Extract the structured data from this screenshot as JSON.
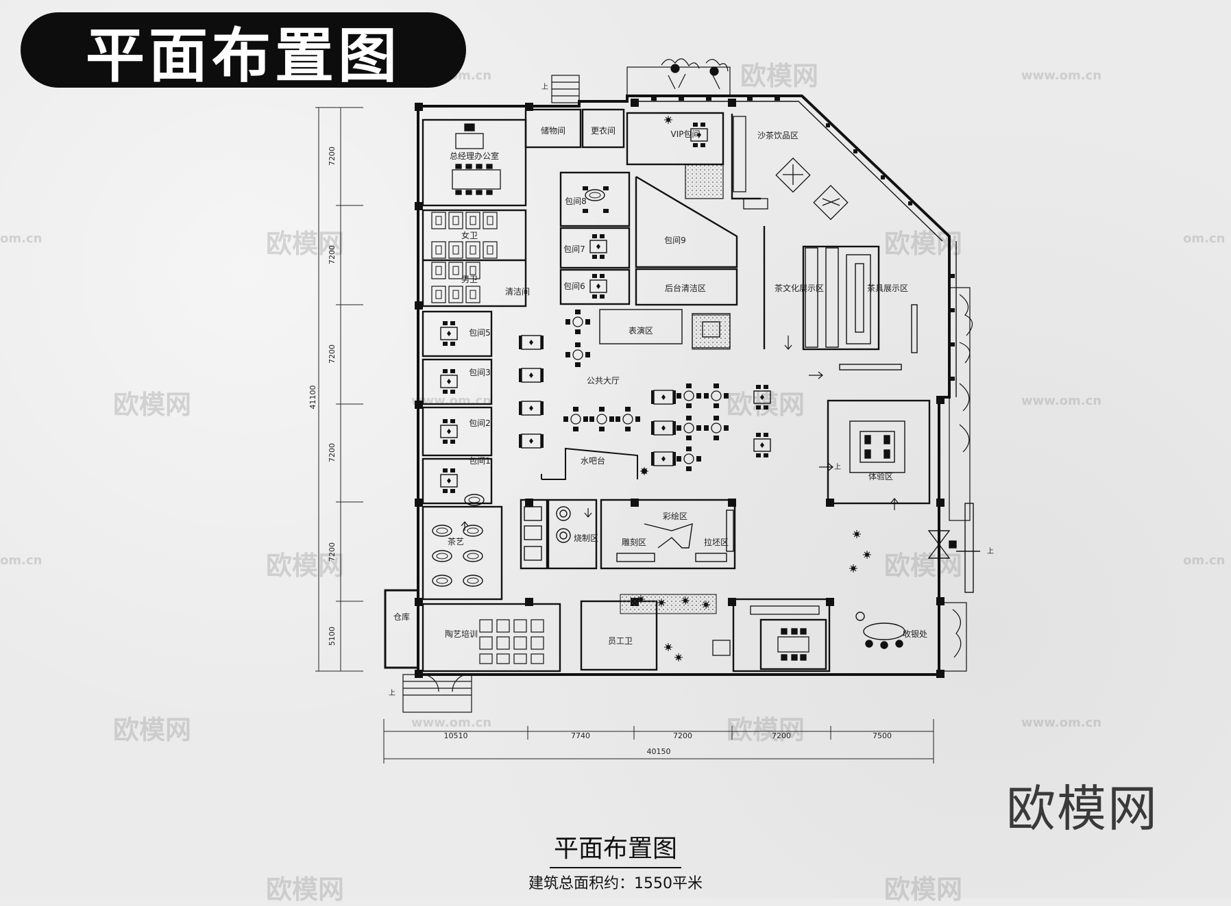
{
  "header": {
    "title": "平面布置图"
  },
  "footer": {
    "drawing_title": "平面布置图",
    "area_note": "建筑总面积约：1550平米",
    "brand": "欧模网"
  },
  "watermark": {
    "brand": "欧模网",
    "url": "www.om.cn",
    "url_short": "om.cn"
  },
  "dimensions": {
    "vertical": [
      "7200",
      "7200",
      "7200",
      "7200",
      "7200",
      "5100"
    ],
    "vertical_total": "41100",
    "horizontal": [
      "10510",
      "7740",
      "7200",
      "7200",
      "7500"
    ],
    "horizontal_total": "40150"
  },
  "rooms": {
    "gm_office": "总经理办公室",
    "storage_room": "储物间",
    "changing_room": "更衣间",
    "vip_room": "VIP包间",
    "sofa_tea": "沙茶饮品区",
    "womens_wc": "女卫",
    "mens_wc": "男卫",
    "cleaning": "清洁间",
    "pr8": "包间8",
    "pr7": "包间7",
    "pr6": "包间6",
    "pr9": "包间9",
    "back_kitchen": "后台清洁区",
    "tea_culture": "茶文化展示区",
    "product_display": "茶具展示区",
    "pr5": "包间5",
    "pr3": "包间3",
    "pr2": "包间2",
    "pr1": "包间1",
    "show_area": "表演区",
    "main_hall": "公共大厅",
    "water_bar": "水吧台",
    "experience": "体验区",
    "arts": "茶艺",
    "painting": "彩绘区",
    "firing": "烧制区",
    "carving": "雕刻区",
    "shaping": "拉坯区",
    "warehouse": "仓库",
    "ceramic_training": "陶艺培训",
    "restroom_small": "员工卫",
    "cashier": "收银处",
    "up_mark": "上"
  }
}
